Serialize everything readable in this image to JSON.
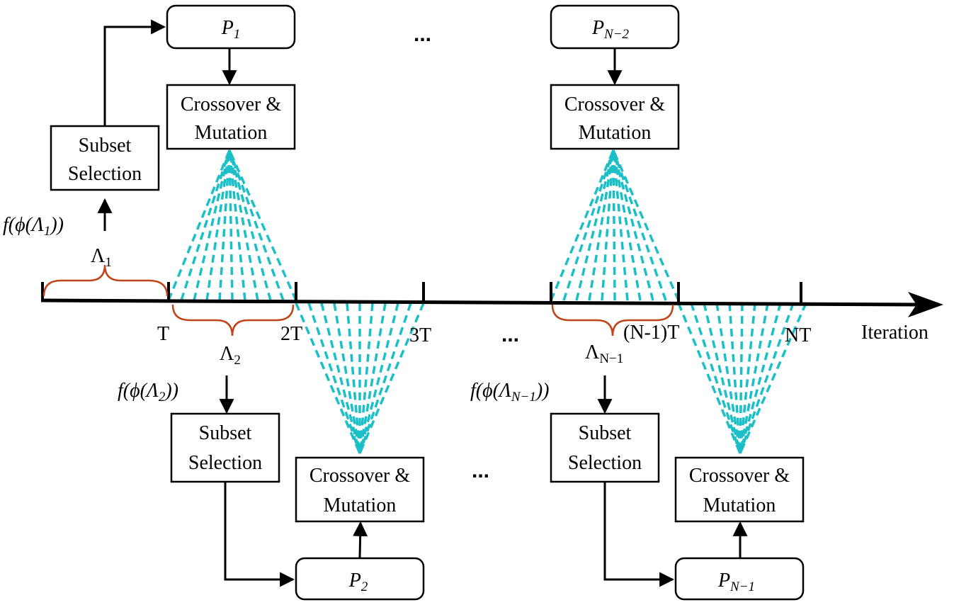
{
  "axis": {
    "label": "Iteration",
    "ticks": [
      "T",
      "2T",
      "3T",
      "(N-1)T",
      "NT"
    ]
  },
  "boxes": {
    "p1": {
      "base": "P",
      "sub": "1"
    },
    "pn2": {
      "base": "P",
      "sub": "N−2"
    },
    "p2": {
      "base": "P",
      "sub": "2"
    },
    "pn1": {
      "base": "P",
      "sub": "N−1"
    },
    "crossover_line1": "Crossover &",
    "crossover_line2": "Mutation",
    "subset_line1": "Subset",
    "subset_line2": "Selection"
  },
  "intervals": {
    "l1": {
      "base": "Λ",
      "sub": "1"
    },
    "l2": {
      "base": "Λ",
      "sub": "2"
    },
    "ln1": {
      "base": "Λ",
      "sub": "N−1"
    }
  },
  "fitness": {
    "f1": {
      "pre": "f(ϕ(Λ",
      "sub": "1",
      "post": "))"
    },
    "f2": {
      "pre": "f(ϕ(Λ",
      "sub": "2",
      "post": "))"
    },
    "fn1": {
      "pre": "f(ϕ(Λ",
      "sub": "N−1",
      "post": "))"
    }
  },
  "ellipsis": "...",
  "colors": {
    "brace": "#c0441a",
    "dashed_fan": "#1bbfc7",
    "lines": "#000000"
  }
}
